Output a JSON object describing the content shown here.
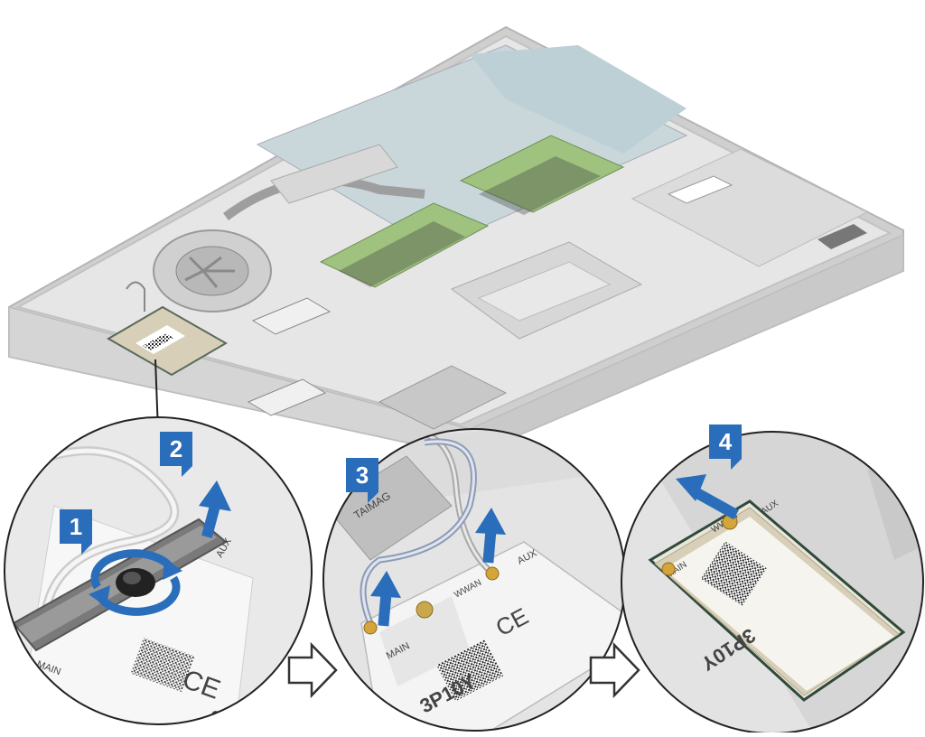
{
  "steps": [
    {
      "number": "1",
      "caption": ""
    },
    {
      "number": "2",
      "caption": ""
    },
    {
      "number": "3",
      "caption": ""
    },
    {
      "number": "4",
      "caption": ""
    }
  ],
  "card_labels": {
    "main": "MAIN",
    "aux": "AUX",
    "wwan": "WWAN",
    "model": "3P10Y",
    "ce": "CE",
    "cpu_sticker": "TAIMAG"
  },
  "colors": {
    "badge": "#2a6ebb",
    "arrow": "#2a6ebb",
    "board_green": "#7fb37a",
    "laptop_grey": "#e3e3e3",
    "card_tan": "#d8cfb8"
  },
  "icons": {
    "rotate": "counter-clockwise-rotation-icon",
    "lift": "up-arrow-icon",
    "next": "outline-right-arrow-icon"
  }
}
